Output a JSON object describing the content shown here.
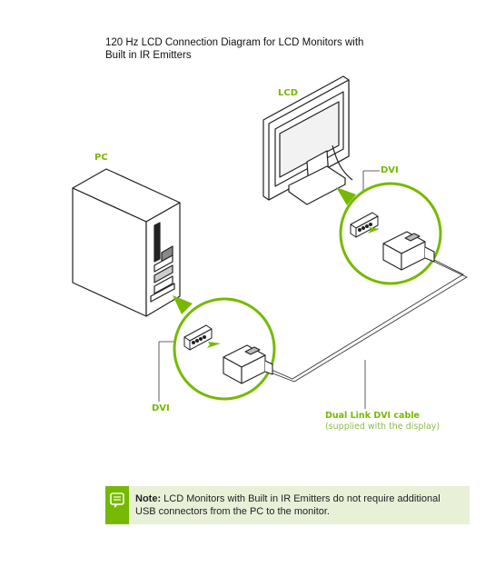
{
  "title": "120 Hz LCD Connection Diagram for LCD Monitors with Built in IR Emitters",
  "labels": {
    "lcd": "LCD",
    "pc": "PC",
    "dvi_top": "DVI",
    "dvi_bottom": "DVI"
  },
  "cable": {
    "title": "Dual Link DVI cable",
    "subtitle": "(supplied with the display)"
  },
  "note": {
    "lead": "Note:",
    "text": "LCD Monitors with Built in IR Emitters do not require additional USB connectors from the PC to the monitor."
  },
  "icons": [
    "note-icon",
    "arrow-icon"
  ],
  "colors": {
    "accent": "#76b900",
    "note_bg": "#e8f1d8"
  }
}
